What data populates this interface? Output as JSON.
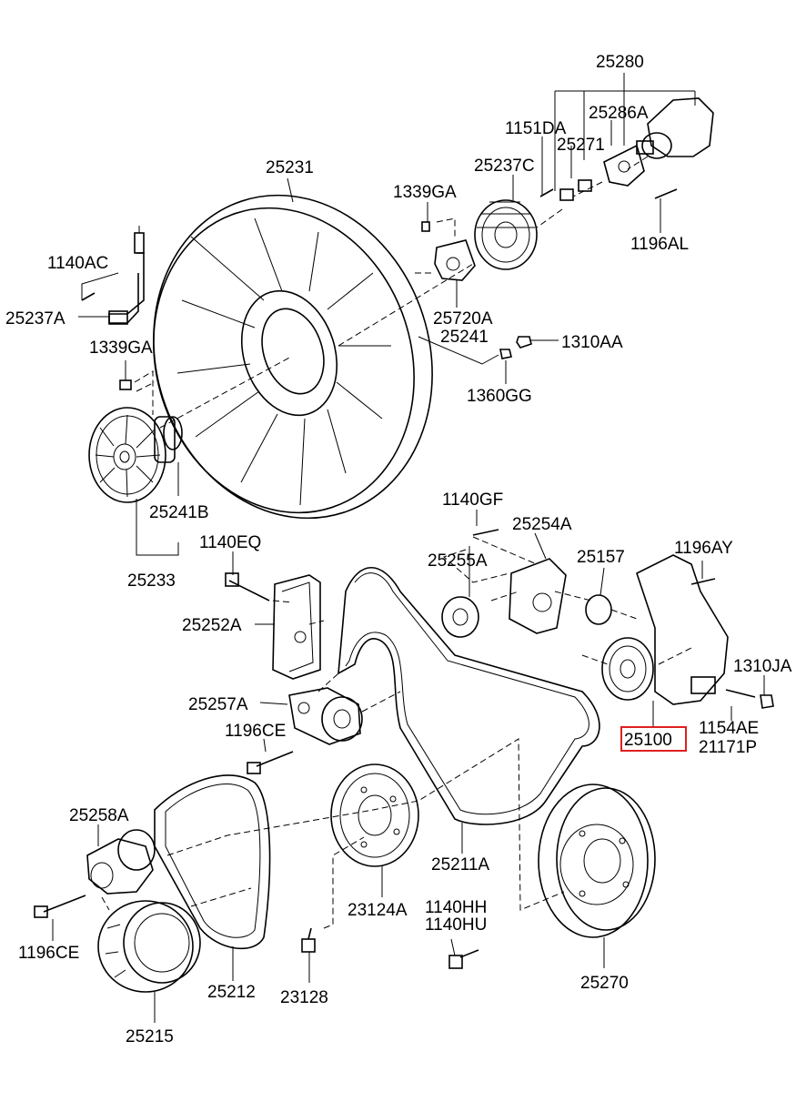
{
  "labels": {
    "25280": "25280",
    "25286A": "25286A",
    "1151DA": "1151DA",
    "25271": "25271",
    "25237C": "25237C",
    "25231": "25231",
    "1339GA_top": "1339GA",
    "1196AL": "1196AL",
    "1140AC": "1140AC",
    "25237A": "25237A",
    "25720A": "25720A",
    "25241": "25241",
    "1310AA": "1310AA",
    "1339GA": "1339GA",
    "1360GG": "1360GG",
    "1140GF": "1140GF",
    "25241B": "25241B",
    "25254A": "25254A",
    "1140EQ": "1140EQ",
    "1196AY": "1196AY",
    "25255A": "25255A",
    "25157": "25157",
    "25233": "25233",
    "25252A": "25252A",
    "1310JA": "1310JA",
    "25257A": "25257A",
    "1154AE": "1154AE",
    "1196CE": "1196CE",
    "25100": "25100",
    "21171P": "21171P",
    "25258A": "25258A",
    "25211A": "25211A",
    "23124A": "23124A",
    "1140HH": "1140HH",
    "1140HU": "1140HU",
    "1196CE_lower": "1196CE",
    "25270": "25270",
    "25212": "25212",
    "23128": "23128",
    "25215": "25215"
  },
  "highlight": {
    "part": "25100",
    "color": "#e02020"
  }
}
